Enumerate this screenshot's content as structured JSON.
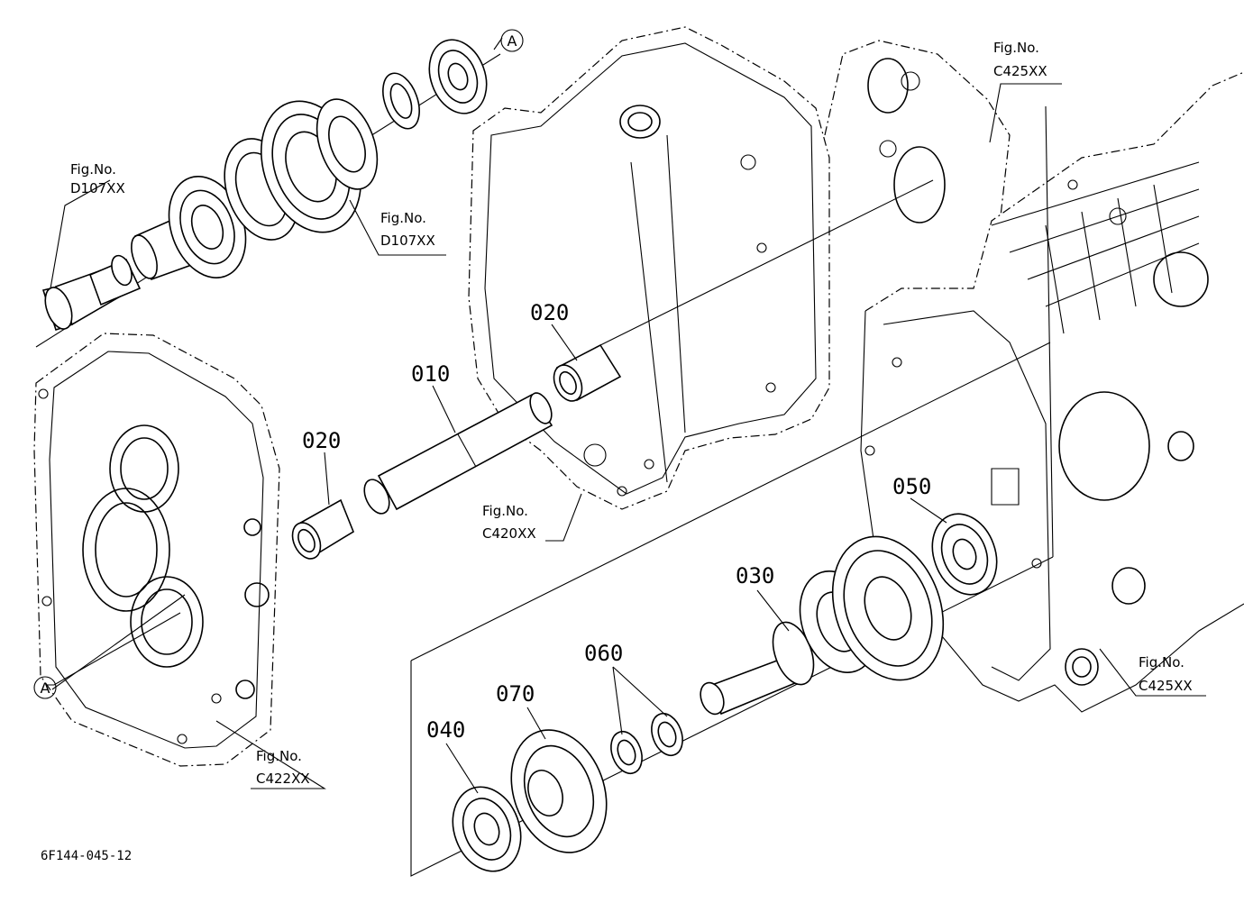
{
  "diagram_code": "6F144-045-12",
  "parts": {
    "p010": "010",
    "p020a": "020",
    "p020b": "020",
    "p030": "030",
    "p040": "040",
    "p050": "050",
    "p060": "060",
    "p070": "070"
  },
  "figure_refs": {
    "d107_left": {
      "title": "Fig.No.",
      "code": "D107XX"
    },
    "d107_right": {
      "title": "Fig.No.",
      "code": "D107XX"
    },
    "c425_top": {
      "title": "Fig.No.",
      "code": "C425XX"
    },
    "c420": {
      "title": "Fig.No.",
      "code": "C420XX"
    },
    "c425_right": {
      "title": "Fig.No.",
      "code": "C425XX"
    },
    "c422": {
      "title": "Fig.No.",
      "code": "C422XX"
    }
  },
  "markers": {
    "top": "A",
    "left": "A"
  }
}
